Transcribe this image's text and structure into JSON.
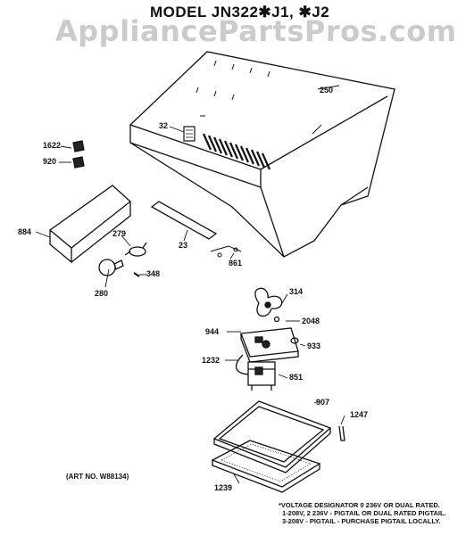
{
  "title": "MODEL JN322✱J1, ✱J2",
  "watermark": "AppliancePartsPros.com",
  "art_number": "(ART NO. W88134)",
  "voltage_note": [
    "*VOLTAGE DESIGNATOR 0 236V OR DUAL RATED.",
    "1-208V, 2 236V - PIGTAIL OR DUAL RATED PIGTAIL.",
    "3-208V - PIGTAIL - PURCHASE PIGTAIL LOCALLY."
  ],
  "callouts": {
    "hood": "250",
    "label": "32",
    "switch_knob": "1622",
    "switch": "920",
    "bracket": "884",
    "lamp_socket": "279",
    "lamp": "280",
    "screw": "348",
    "trim_strip": "23",
    "clips": "861",
    "fan_blade": "314",
    "nut": "2048",
    "motor_bracket": "944",
    "grommet": "933",
    "wire_harness": "1232",
    "motor": "851",
    "filter_frame": "907",
    "filter_clip": "1247",
    "filter": "1239"
  }
}
